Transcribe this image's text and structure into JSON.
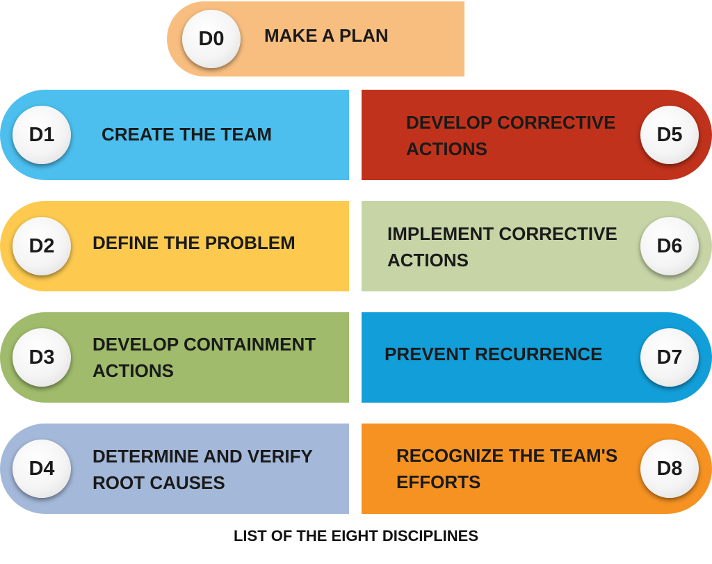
{
  "caption": "LIST OF THE EIGHT DISCIPLINES",
  "steps": {
    "d0": {
      "code": "D0",
      "label": "MAKE A PLAN",
      "color": "#f8be80"
    },
    "d1": {
      "code": "D1",
      "label": "CREATE THE TEAM",
      "color": "#4cbfef"
    },
    "d2": {
      "code": "D2",
      "label": "DEFINE THE PROBLEM",
      "color": "#fdca4f"
    },
    "d3": {
      "code": "D3",
      "label": "DEVELOP CONTAINMENT\nACTIONS",
      "color": "#9fbb6b"
    },
    "d4": {
      "code": "D4",
      "label": "DETERMINE AND VERIFY\n ROOT CAUSES",
      "color": "#a4b8d9"
    },
    "d5": {
      "code": "D5",
      "label": "DEVELOP CORRECTIVE\nACTIONS",
      "color": "#c0321b"
    },
    "d6": {
      "code": "D6",
      "label": "IMPLEMENT CORRECTIVE\nACTIONS",
      "color": "#c6d4a6"
    },
    "d7": {
      "code": "D7",
      "label": "PREVENT RECURRENCE",
      "color": "#129fd9"
    },
    "d8": {
      "code": "D8",
      "label": "RECOGNIZE THE TEAM'S\nEFFORTS",
      "color": "#f59222"
    }
  }
}
